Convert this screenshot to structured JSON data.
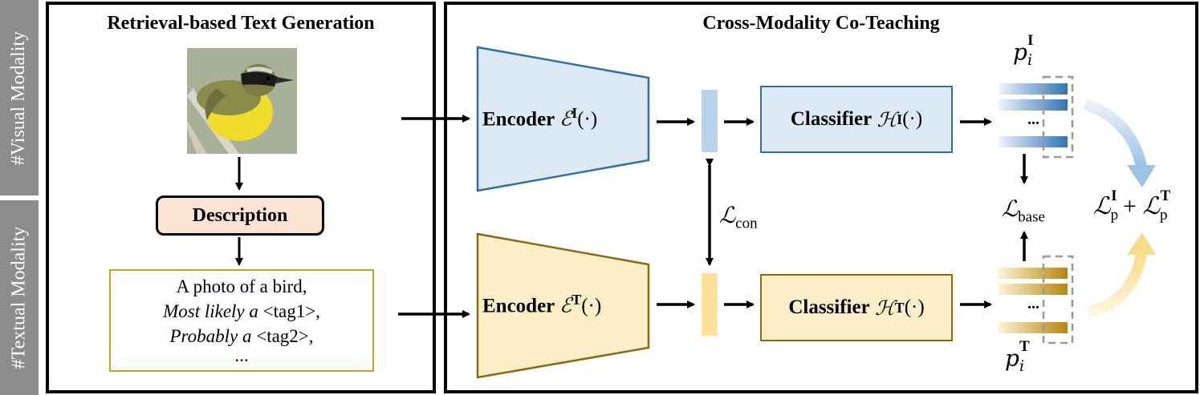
{
  "side_tabs": {
    "visual": "#Visual Modality",
    "textual": "#Textual Modality"
  },
  "left_panel": {
    "title": "Retrieval-based Text Generation",
    "description_label": "Description",
    "text_lines": {
      "line1": "A photo of a bird,",
      "line2_italic": "Most likely a",
      "line2_tag": " <tag1>,",
      "line3_italic": "Probably a",
      "line3_tag": " <tag2>,",
      "line4": "..."
    }
  },
  "right_panel": {
    "title": "Cross-Modality Co-Teaching",
    "visual": {
      "encoder_label": "Encoder",
      "encoder_symbol": "ℰ",
      "classifier_label": "Classifier",
      "classifier_symbol": "ℋ",
      "modality_superscript": "I",
      "arg": "(·)",
      "prob_symbol": "p",
      "prob_subscript": "i",
      "ellipsis": "...",
      "color_fill": "#dde9f5",
      "color_stroke": "#2e6fa6"
    },
    "textual": {
      "encoder_label": "Encoder",
      "encoder_symbol": "ℰ",
      "classifier_label": "Classifier",
      "classifier_symbol": "ℋ",
      "modality_superscript": "T",
      "arg": "(·)",
      "prob_symbol": "p",
      "prob_subscript": "i",
      "ellipsis": "...",
      "color_fill": "#fcefc7",
      "color_stroke": "#8a6a10"
    },
    "losses": {
      "con_symbol": "ℒ",
      "con_subscript": "con",
      "base_symbol": "ℒ",
      "base_subscript": "base",
      "p_symbol": "ℒ",
      "p_subscript": "p",
      "p_sup_visual": "I",
      "p_sup_textual": "T",
      "plus": "+"
    }
  },
  "icons": {
    "bird_image": "yellow-throated-bird-photo"
  }
}
